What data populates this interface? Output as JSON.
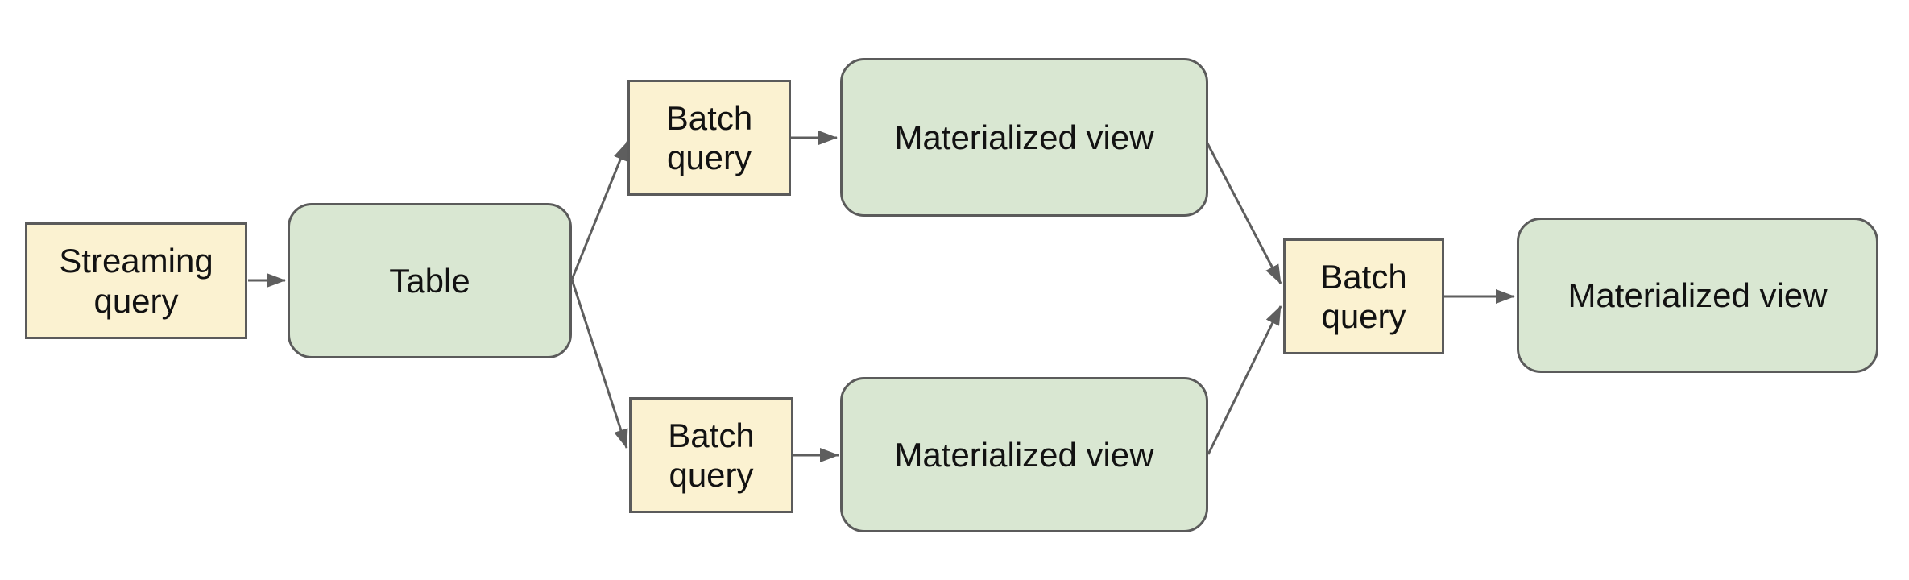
{
  "diagram": {
    "type": "flow-diagram",
    "background": "#ffffff",
    "nodes": [
      {
        "id": "streaming-query",
        "label": "Streaming query",
        "shape": "rectangle",
        "fill": "#fbf2d1"
      },
      {
        "id": "table",
        "label": "Table",
        "shape": "rounded-rectangle",
        "fill": "#d9e7d2"
      },
      {
        "id": "batch-query-top",
        "label": "Batch query",
        "shape": "rectangle",
        "fill": "#fbf2d1"
      },
      {
        "id": "materialized-view-top",
        "label": "Materialized view",
        "shape": "rounded-rectangle",
        "fill": "#d9e7d2"
      },
      {
        "id": "batch-query-bottom",
        "label": "Batch query",
        "shape": "rectangle",
        "fill": "#fbf2d1"
      },
      {
        "id": "materialized-view-bottom",
        "label": "Materialized view",
        "shape": "rounded-rectangle",
        "fill": "#d9e7d2"
      },
      {
        "id": "batch-query-right",
        "label": "Batch query",
        "shape": "rectangle",
        "fill": "#fbf2d1"
      },
      {
        "id": "materialized-view-right",
        "label": "Materialized view",
        "shape": "rounded-rectangle",
        "fill": "#d9e7d2"
      }
    ],
    "edges": [
      {
        "from": "streaming-query",
        "to": "table"
      },
      {
        "from": "table",
        "to": "batch-query-top"
      },
      {
        "from": "table",
        "to": "batch-query-bottom"
      },
      {
        "from": "batch-query-top",
        "to": "materialized-view-top"
      },
      {
        "from": "batch-query-bottom",
        "to": "materialized-view-bottom"
      },
      {
        "from": "materialized-view-top",
        "to": "batch-query-right"
      },
      {
        "from": "materialized-view-bottom",
        "to": "batch-query-right"
      },
      {
        "from": "batch-query-right",
        "to": "materialized-view-right"
      }
    ],
    "colors": {
      "node_fill_yellow": "#fbf2d1",
      "node_fill_green": "#d9e7d2",
      "node_border": "#5b5b5b",
      "arrow": "#5e5e5e",
      "text": "#121212",
      "background": "#ffffff"
    }
  }
}
